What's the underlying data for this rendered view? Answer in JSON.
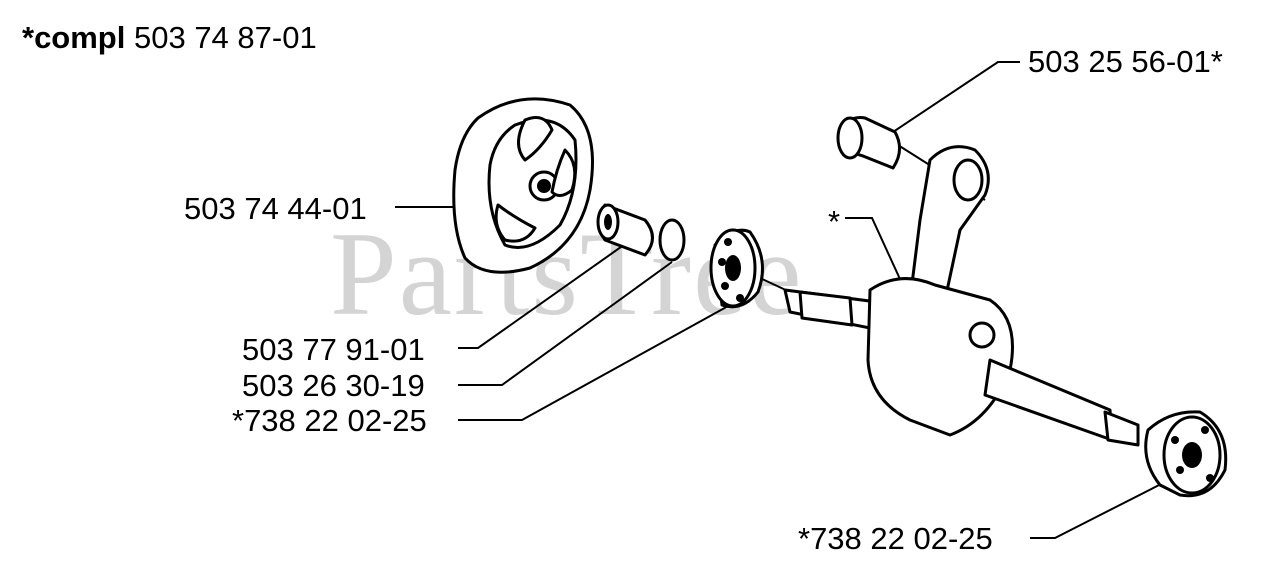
{
  "title": {
    "prefix": "*compl",
    "number": "503 74 87-01"
  },
  "watermark": "PartsTree",
  "callouts": {
    "bearing_top": "503 25 56-01*",
    "clutch": "503 74 44-01",
    "crank_star": "*",
    "needle_bearing": "503 77 91-01",
    "ring": "503 26 30-19",
    "ball_bearing_left": "*738 22 02-25",
    "ball_bearing_right": "*738 22 02-25"
  },
  "colors": {
    "ink": "#000000",
    "watermark": "#a0a0a0",
    "background": "#ffffff"
  }
}
